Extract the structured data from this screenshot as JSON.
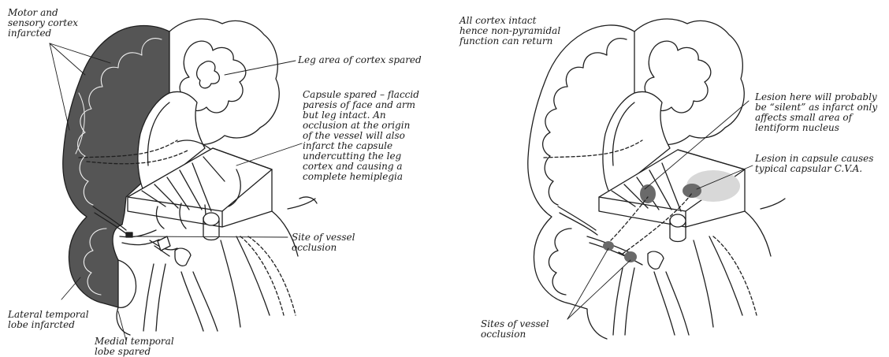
{
  "colors": {
    "ink": "#1f1f1f",
    "infarct": "#555555",
    "lesion": "#6a6a6a",
    "paper": "#ffffff"
  },
  "left_diagram": {
    "labels": {
      "motor_sensory": "Motor and\nsensory cortex\ninfarcted",
      "leg_area": "Leg area of cortex spared",
      "capsule_spared": "Capsule spared – flaccid\nparesis of face and arm\nbut leg intact. An\nocclusion at the origin\nof the vessel will also\ninfarct the capsule\nundercutting the leg\ncortex and causing a\ncomplete hemiplegia",
      "vessel_site": "Site of vessel\nocclusion",
      "lateral_temporal": "Lateral temporal\nlobe infarcted",
      "medial_temporal": "Medial temporal\nlobe spared"
    }
  },
  "right_diagram": {
    "labels": {
      "cortex_intact": "All cortex intact\nhence non-pyramidal\nfunction can return",
      "silent_lesion": "Lesion here will probably\nbe “silent” as infarct only\naffects small area of\nlentiform nucleus",
      "capsule_lesion": "Lesion in capsule causes\ntypical capsular C.V.A.",
      "sites_occlusion": "Sites of vessel\nocclusion"
    }
  }
}
